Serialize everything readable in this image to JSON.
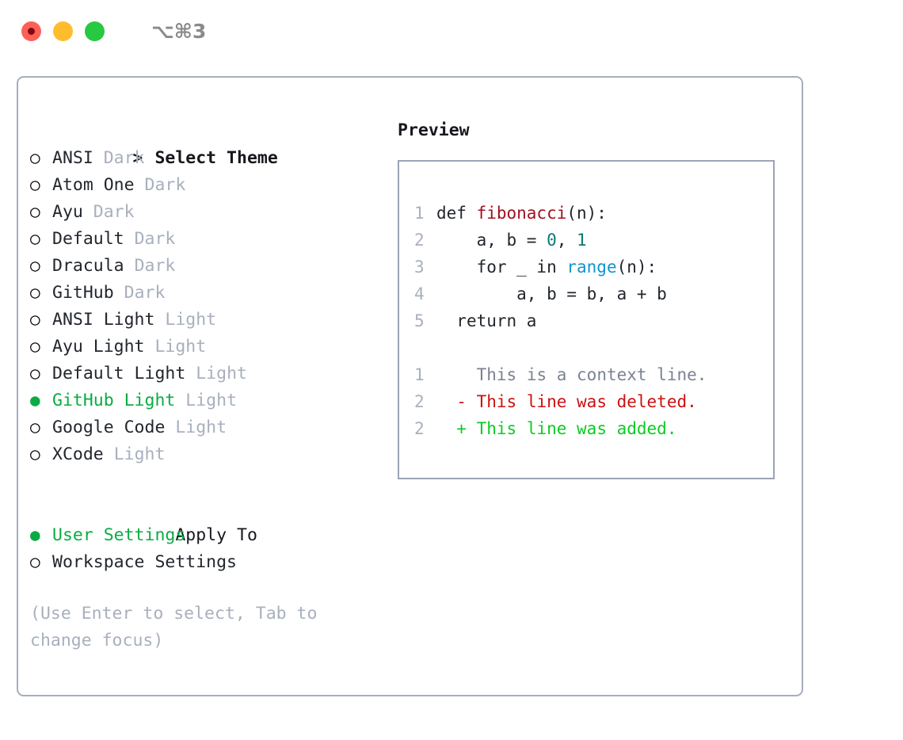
{
  "window": {
    "shortcut": "⌥⌘3",
    "traffic_lights": [
      {
        "name": "close",
        "color": "#ff5f57"
      },
      {
        "name": "minimize",
        "color": "#ffbd2e"
      },
      {
        "name": "maximize",
        "color": "#28c840"
      }
    ]
  },
  "theme_picker": {
    "header_marker": ">",
    "header_label": "Select Theme",
    "unselected_marker": "○",
    "selected_marker": "●",
    "items": [
      {
        "name": "ANSI",
        "kind": "Dark",
        "selected": false
      },
      {
        "name": "Atom One",
        "kind": "Dark",
        "selected": false
      },
      {
        "name": "Ayu",
        "kind": "Dark",
        "selected": false
      },
      {
        "name": "Default",
        "kind": "Dark",
        "selected": false
      },
      {
        "name": "Dracula",
        "kind": "Dark",
        "selected": false
      },
      {
        "name": "GitHub",
        "kind": "Dark",
        "selected": false
      },
      {
        "name": "ANSI Light",
        "kind": "Light",
        "selected": false
      },
      {
        "name": "Ayu Light",
        "kind": "Light",
        "selected": false
      },
      {
        "name": "Default Light",
        "kind": "Light",
        "selected": false
      },
      {
        "name": "GitHub Light",
        "kind": "Light",
        "selected": true
      },
      {
        "name": "Google Code",
        "kind": "Light",
        "selected": false
      },
      {
        "name": "XCode",
        "kind": "Light",
        "selected": false
      }
    ]
  },
  "apply_to": {
    "header_label": "Apply To",
    "options": [
      {
        "label": "User Settings",
        "selected": true
      },
      {
        "label": "Workspace Settings",
        "selected": false
      }
    ]
  },
  "help": {
    "text": "(Use Enter to select, Tab to change focus)"
  },
  "preview": {
    "title": "Preview",
    "code_lines": [
      {
        "no": "1",
        "indent": "",
        "tokens": [
          {
            "t": "def ",
            "c": "plain"
          },
          {
            "t": "fibonacci",
            "c": "func"
          },
          {
            "t": "(n):",
            "c": "plain"
          }
        ]
      },
      {
        "no": "2",
        "indent": "    ",
        "tokens": [
          {
            "t": "a, b = ",
            "c": "plain"
          },
          {
            "t": "0",
            "c": "num"
          },
          {
            "t": ", ",
            "c": "plain"
          },
          {
            "t": "1",
            "c": "num"
          }
        ]
      },
      {
        "no": "3",
        "indent": "    ",
        "tokens": [
          {
            "t": "for _ in ",
            "c": "plain"
          },
          {
            "t": "range",
            "c": "builtin"
          },
          {
            "t": "(n):",
            "c": "plain"
          }
        ]
      },
      {
        "no": "4",
        "indent": "        ",
        "tokens": [
          {
            "t": "a, b = b, a + b",
            "c": "plain"
          }
        ]
      },
      {
        "no": "5",
        "indent": "  ",
        "tokens": [
          {
            "t": "return a",
            "c": "plain"
          }
        ]
      }
    ],
    "diff_lines": [
      {
        "no": "1",
        "sign": " ",
        "text": "This is a context line.",
        "kind": "context"
      },
      {
        "no": "2",
        "sign": "-",
        "text": "This line was deleted.",
        "kind": "del"
      },
      {
        "no": "2",
        "sign": "+",
        "text": "This line was added.",
        "kind": "add"
      }
    ]
  },
  "colors": {
    "accent_green": "#0bab43",
    "border": "#a4aebd",
    "preview_border": "#9aa5b5",
    "muted": "#a8b0bd",
    "diff_add": "#0bcc22",
    "diff_del": "#cc1111",
    "func_red": "#a01020",
    "number_teal": "#0b7a72",
    "builtin_blue": "#1194cc"
  }
}
